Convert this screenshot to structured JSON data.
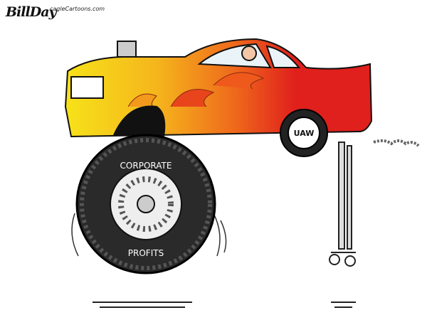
{
  "signature": {
    "artist": "BillDay",
    "site": "cagleCartoons.com"
  },
  "car": {
    "wheel_label": "UAW",
    "body_color": "#e0201c",
    "flame_colors": [
      "#f7e21a",
      "#f39a1c",
      "#e0201c"
    ]
  },
  "tire": {
    "top_label": "CORPORATE",
    "bottom_label": "PROFITS"
  }
}
